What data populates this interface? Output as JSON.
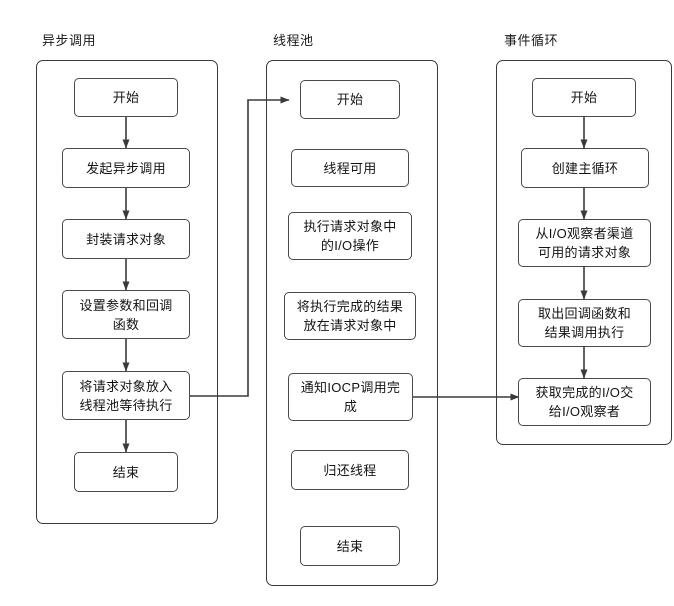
{
  "diagram": {
    "title_colors": {
      "lane_border": "#3a3a3a",
      "node_border": "#4a4a4a",
      "edge": "#3a3a3a",
      "text": "#141414",
      "background": "#ffffff"
    },
    "lanes": [
      {
        "id": "async-call",
        "title": "异步调用",
        "nodes": [
          {
            "id": "a1",
            "label": "开始"
          },
          {
            "id": "a2",
            "label": "发起异步调用"
          },
          {
            "id": "a3",
            "label": "封装请求对象"
          },
          {
            "id": "a4",
            "label": "设置参数和回调\n函数"
          },
          {
            "id": "a5",
            "label": "将请求对象放入\n线程池等待执行"
          },
          {
            "id": "a6",
            "label": "结束"
          }
        ]
      },
      {
        "id": "thread-pool",
        "title": "线程池",
        "nodes": [
          {
            "id": "b1",
            "label": "开始"
          },
          {
            "id": "b2",
            "label": "线程可用"
          },
          {
            "id": "b3",
            "label": "执行请求对象中\n的I/O操作"
          },
          {
            "id": "b4",
            "label": "将执行完成的结果\n放在请求对象中"
          },
          {
            "id": "b5",
            "label": "通知IOCP调用完\n成"
          },
          {
            "id": "b6",
            "label": "归还线程"
          },
          {
            "id": "b7",
            "label": "结束"
          }
        ]
      },
      {
        "id": "event-loop",
        "title": "事件循环",
        "nodes": [
          {
            "id": "c1",
            "label": "开始"
          },
          {
            "id": "c2",
            "label": "创建主循环"
          },
          {
            "id": "c3",
            "label": "从I/O观察者渠道\n可用的请求对象"
          },
          {
            "id": "c4",
            "label": "取出回调函数和\n结果调用执行"
          },
          {
            "id": "c5",
            "label": "获取完成的I/O交\n给I/O观察者"
          }
        ]
      }
    ],
    "edges": [
      {
        "from": "a1",
        "to": "a2",
        "kind": "vertical-arrow"
      },
      {
        "from": "a2",
        "to": "a3",
        "kind": "vertical-arrow"
      },
      {
        "from": "a3",
        "to": "a4",
        "kind": "vertical-arrow"
      },
      {
        "from": "a4",
        "to": "a5",
        "kind": "vertical-arrow"
      },
      {
        "from": "a5",
        "to": "a6",
        "kind": "vertical-arrow"
      },
      {
        "from": "a5",
        "to": "b1",
        "kind": "elbow-arrow"
      },
      {
        "from": "b5",
        "to": "c5",
        "kind": "horizontal-arrow"
      },
      {
        "from": "c1",
        "to": "c2",
        "kind": "vertical-arrow"
      },
      {
        "from": "c2",
        "to": "c3",
        "kind": "vertical-arrow"
      },
      {
        "from": "c3",
        "to": "c4",
        "kind": "vertical-arrow"
      },
      {
        "from": "c4",
        "to": "c5",
        "kind": "vertical-arrow"
      }
    ]
  }
}
